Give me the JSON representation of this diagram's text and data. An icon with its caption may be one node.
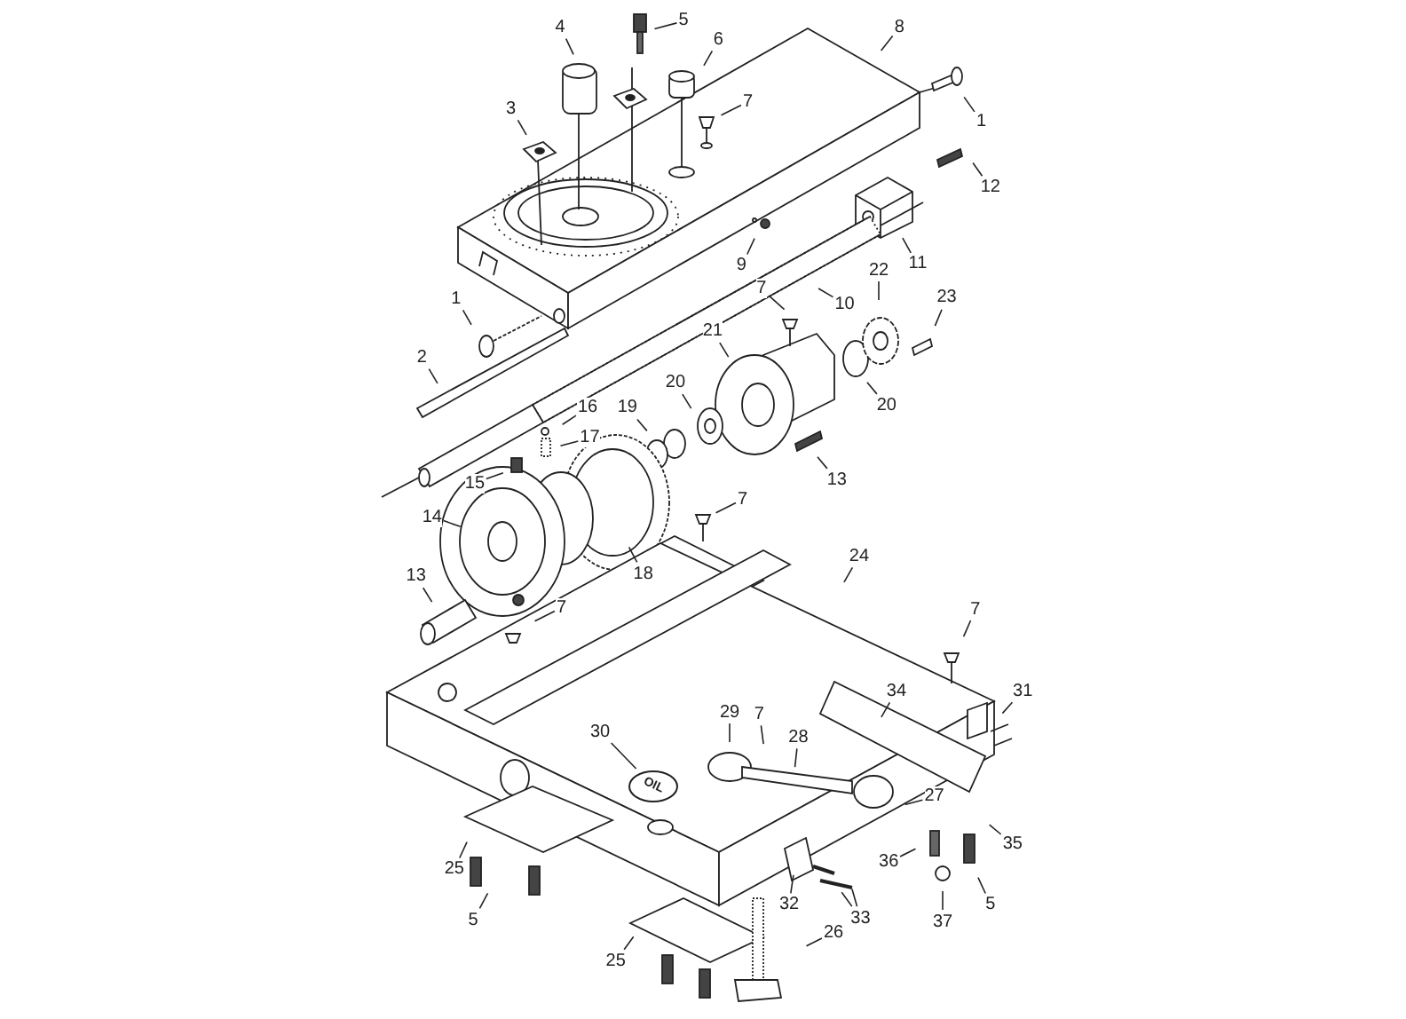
{
  "diagram": {
    "nodes": [
      {
        "text": [
          "5"
        ]
      },
      {
        "text": [
          "4"
        ]
      },
      {
        "text": [
          "8"
        ]
      },
      {
        "text": [
          "6"
        ]
      },
      {
        "text": [
          "1"
        ]
      },
      {
        "text": [
          "3"
        ]
      },
      {
        "text": [
          "7"
        ]
      },
      {
        "text": [
          "12"
        ]
      },
      {
        "text": [
          "9"
        ]
      },
      {
        "text": [
          "11"
        ]
      },
      {
        "text": [
          "10"
        ]
      },
      {
        "text": [
          "1"
        ]
      },
      {
        "text": [
          "7"
        ]
      },
      {
        "text": [
          "22"
        ]
      },
      {
        "text": [
          "23"
        ]
      },
      {
        "text": [
          "2"
        ]
      },
      {
        "text": [
          "21"
        ]
      },
      {
        "text": [
          "20"
        ]
      },
      {
        "text": [
          "20"
        ]
      },
      {
        "text": [
          "16"
        ]
      },
      {
        "text": [
          "17"
        ]
      },
      {
        "text": [
          "19"
        ]
      },
      {
        "text": [
          "15"
        ]
      },
      {
        "text": [
          "13"
        ]
      },
      {
        "text": [
          "7"
        ]
      },
      {
        "text": [
          "14"
        ]
      },
      {
        "text": [
          "18"
        ]
      },
      {
        "text": [
          "13"
        ]
      },
      {
        "text": [
          "24"
        ]
      },
      {
        "text": [
          "7"
        ]
      },
      {
        "text": [
          "7"
        ]
      },
      {
        "text": [
          "31"
        ]
      },
      {
        "text": [
          "34"
        ]
      },
      {
        "text": [
          "29"
        ]
      },
      {
        "text": [
          "7"
        ]
      },
      {
        "text": [
          "30"
        ]
      },
      {
        "text": [
          "28"
        ]
      },
      {
        "text": [
          "27"
        ]
      },
      {
        "text": [
          "36"
        ]
      },
      {
        "text": [
          "35"
        ]
      },
      {
        "text": [
          "25"
        ]
      },
      {
        "text": [
          "32"
        ]
      },
      {
        "text": [
          "33"
        ]
      },
      {
        "text": [
          "37"
        ]
      },
      {
        "text": [
          "5"
        ]
      },
      {
        "text": [
          "5"
        ]
      },
      {
        "text": [
          "26"
        ]
      },
      {
        "text": [
          "25"
        ]
      },
      {
        "text": [
          "OIL"
        ]
      }
    ],
    "edges": [
      {
        "from": 0,
        "to": null,
        "arrow": "none"
      },
      {
        "from": 1,
        "to": null,
        "arrow": "none"
      },
      {
        "from": 2,
        "to": null,
        "arrow": "none"
      },
      {
        "from": 3,
        "to": null,
        "arrow": "none"
      },
      {
        "from": 4,
        "to": null,
        "arrow": "none"
      },
      {
        "from": 5,
        "to": null,
        "arrow": "none"
      },
      {
        "from": 6,
        "to": null,
        "arrow": "none"
      },
      {
        "from": 7,
        "to": null,
        "arrow": "none"
      },
      {
        "from": 8,
        "to": null,
        "arrow": "none"
      },
      {
        "from": 9,
        "to": null,
        "arrow": "none"
      },
      {
        "from": 10,
        "to": null,
        "arrow": "none"
      },
      {
        "from": 11,
        "to": null,
        "arrow": "none"
      },
      {
        "from": 12,
        "to": null,
        "arrow": "none"
      },
      {
        "from": 13,
        "to": null,
        "arrow": "none"
      },
      {
        "from": 14,
        "to": null,
        "arrow": "none"
      },
      {
        "from": 15,
        "to": null,
        "arrow": "none"
      },
      {
        "from": 16,
        "to": null,
        "arrow": "none"
      },
      {
        "from": 17,
        "to": null,
        "arrow": "none"
      },
      {
        "from": 18,
        "to": null,
        "arrow": "none"
      },
      {
        "from": 19,
        "to": null,
        "arrow": "none"
      },
      {
        "from": 20,
        "to": null,
        "arrow": "none"
      },
      {
        "from": 21,
        "to": null,
        "arrow": "none"
      },
      {
        "from": 22,
        "to": null,
        "arrow": "none"
      },
      {
        "from": 23,
        "to": null,
        "arrow": "none"
      },
      {
        "from": 24,
        "to": null,
        "arrow": "none"
      },
      {
        "from": 25,
        "to": null,
        "arrow": "none"
      },
      {
        "from": 26,
        "to": null,
        "arrow": "none"
      },
      {
        "from": 27,
        "to": null,
        "arrow": "none"
      },
      {
        "from": 28,
        "to": null,
        "arrow": "none"
      },
      {
        "from": 29,
        "to": null,
        "arrow": "none"
      },
      {
        "from": 30,
        "to": null,
        "arrow": "none"
      },
      {
        "from": 31,
        "to": null,
        "arrow": "none"
      },
      {
        "from": 32,
        "to": null,
        "arrow": "none"
      },
      {
        "from": 33,
        "to": null,
        "arrow": "none"
      },
      {
        "from": 34,
        "to": null,
        "arrow": "none"
      },
      {
        "from": 35,
        "to": 48,
        "arrow": "none"
      },
      {
        "from": 36,
        "to": null,
        "arrow": "none"
      },
      {
        "from": 37,
        "to": null,
        "arrow": "none"
      },
      {
        "from": 38,
        "to": null,
        "arrow": "none"
      },
      {
        "from": 39,
        "to": null,
        "arrow": "none"
      },
      {
        "from": 40,
        "to": null,
        "arrow": "none"
      },
      {
        "from": 41,
        "to": null,
        "arrow": "none"
      },
      {
        "from": 42,
        "to": null,
        "arrow": "none"
      },
      {
        "from": 42,
        "to": null,
        "arrow": "none"
      },
      {
        "from": 43,
        "to": null,
        "arrow": "none"
      },
      {
        "from": 44,
        "to": null,
        "arrow": "none"
      },
      {
        "from": 45,
        "to": null,
        "arrow": "none"
      },
      {
        "from": 46,
        "to": null,
        "arrow": "none"
      },
      {
        "from": 47,
        "to": null,
        "arrow": "none"
      }
    ],
    "labels": []
  }
}
